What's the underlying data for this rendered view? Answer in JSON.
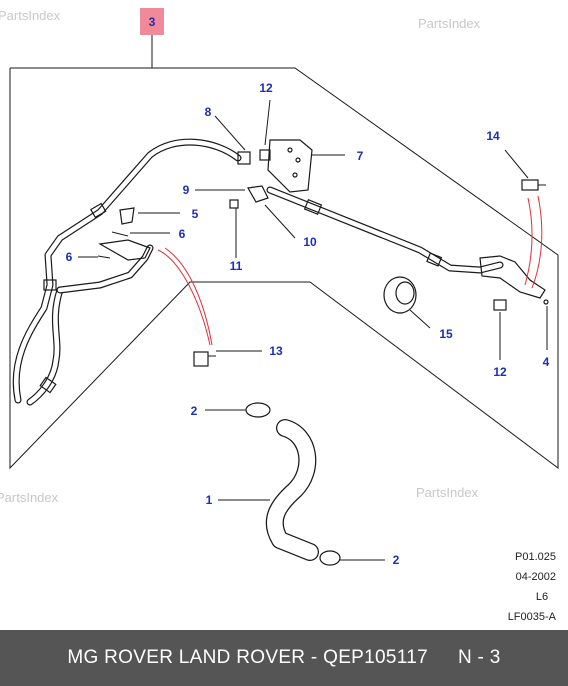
{
  "diagram": {
    "assembly_label": "3",
    "watermark": "PartsIndex",
    "reference_lines": [
      "P01.025",
      "04-2002",
      "L6",
      "LF0035-A"
    ],
    "callouts": {
      "c1": "1",
      "c2a": "2",
      "c2b": "2",
      "c4": "4",
      "c5": "5",
      "c6a": "6",
      "c6b": "6",
      "c7": "7",
      "c8": "8",
      "c9": "9",
      "c10": "10",
      "c11": "11",
      "c12a": "12",
      "c12b": "12",
      "c13": "13",
      "c14": "14",
      "c15": "15"
    },
    "colors": {
      "callout": "#1a2fb8",
      "assembly_tag": "#f08a98",
      "footer_bg": "#555555",
      "leader_red": "#e0303a"
    }
  },
  "footer": {
    "title": "MG ROVER LAND ROVER - QEP105117",
    "page": "N - 3"
  }
}
